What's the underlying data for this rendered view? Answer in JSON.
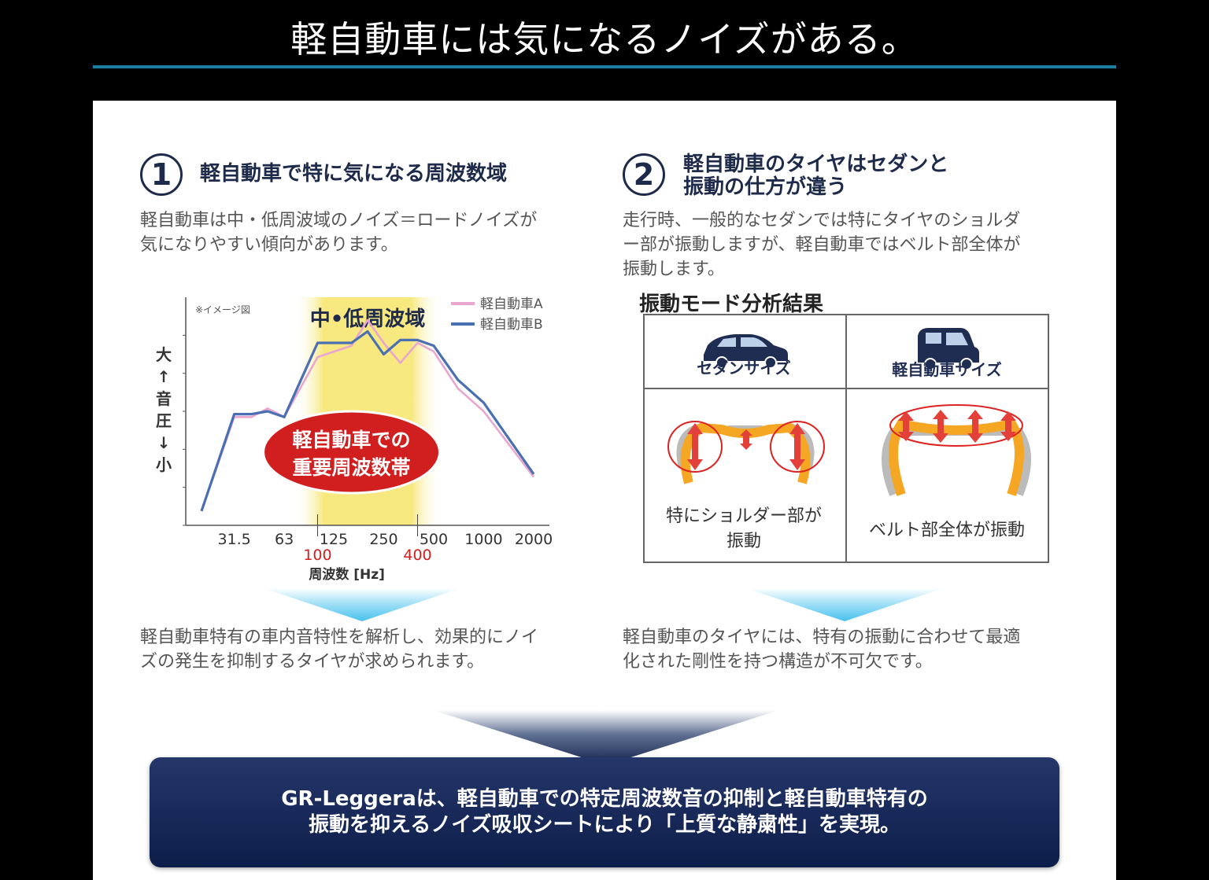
{
  "header": {
    "title": "軽自動車には気になるノイズがある。"
  },
  "section1": {
    "number": "1",
    "title": "軽自動車で特に気になる周波数域",
    "body": [
      "軽自動車は中・低周波域のノイズ＝ロードノイズが",
      "気になりやすい傾向があります。"
    ],
    "conclusion": [
      "軽自動車特有の車内音特性を解析し、効果的にノイ",
      "ズの発生を抑制するタイヤが求められます。"
    ]
  },
  "section2": {
    "number": "2",
    "title": [
      "軽自動車のタイヤはセダンと",
      "振動の仕方が違う"
    ],
    "body": [
      "走行時、一般的なセダンでは特にタイヤのショルダ",
      "ー部が振動しますが、軽自動車ではベルト部全体が",
      "振動します。"
    ],
    "vibration_title": "振動モード分析結果",
    "table": {
      "col1_label": "セダンサイズ",
      "col2_label": "軽自動車サイズ",
      "col1_caption": [
        "特にショルダー部が",
        "振動"
      ],
      "col2_caption": "ベルト部全体が振動"
    },
    "conclusion": [
      "軽自動車のタイヤには、特有の振動に合わせて最適",
      "化された剛性を持つ構造が不可欠です。"
    ]
  },
  "result": [
    "GR-Leggeraは、軽自動車での特定周波数音の抑制と軽自動車特有の",
    "振動を抑えるノイズ吸収シートにより「上質な静粛性」を実現。"
  ],
  "chart_data": {
    "type": "line",
    "note": "※イメージ図",
    "band_label": "中•低周波域",
    "badge": [
      "軽自動車での",
      "重要周波数帯"
    ],
    "ylabel": [
      "大",
      "↑",
      "音",
      "圧",
      "↓",
      "小"
    ],
    "xlabel": "周波数 [Hz]",
    "x_ticks": [
      "31.5",
      "63",
      "125",
      "250",
      "500",
      "1000",
      "2000"
    ],
    "band_ticks": [
      "100",
      "400"
    ],
    "band_range": [
      100,
      400
    ],
    "x_scale": "log",
    "series": [
      {
        "name": "軽自動車A",
        "color": "#e9a6cf",
        "x": [
          20,
          31.5,
          40,
          50,
          63,
          100,
          160,
          200,
          250,
          315,
          400,
          500,
          700,
          1000,
          2000
        ],
        "y": [
          5,
          38,
          38,
          41,
          38,
          59,
          63,
          72,
          64,
          57,
          64,
          61,
          48,
          40,
          17
        ]
      },
      {
        "name": "軽自動車B",
        "color": "#4a6fb3",
        "x": [
          20,
          31.5,
          40,
          50,
          63,
          100,
          160,
          200,
          250,
          315,
          400,
          500,
          700,
          1000,
          2000
        ],
        "y": [
          5,
          39,
          39,
          40,
          38,
          64,
          64,
          68,
          60,
          65,
          65,
          63,
          51,
          43,
          18
        ]
      }
    ],
    "colors": {
      "band": "#f7e46a",
      "badge": "#d11f1f",
      "band_ticks": "#d11f1f"
    }
  }
}
